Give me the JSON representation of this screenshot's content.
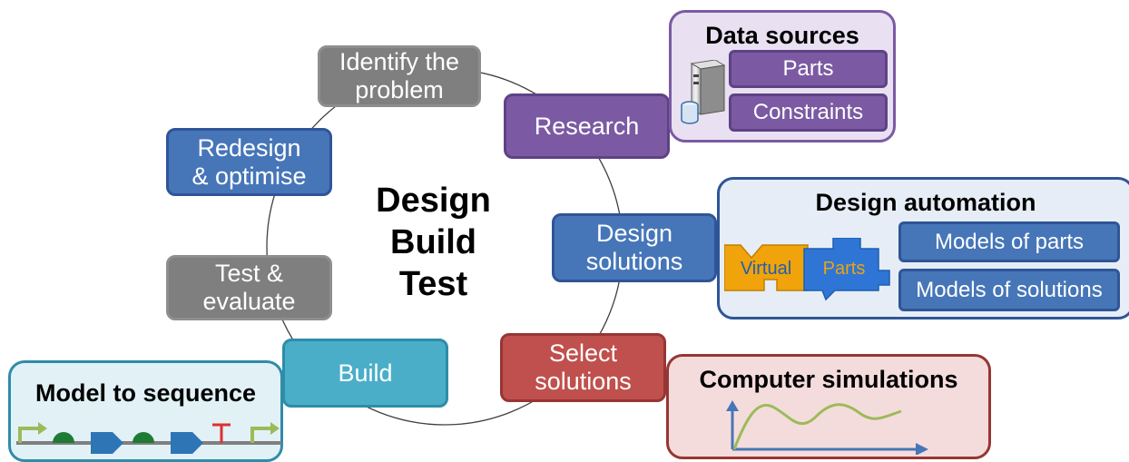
{
  "center_title": "Design\nBuild\nTest",
  "cycle_steps": {
    "identify": "Identify the\nproblem",
    "research": "Research",
    "design_solutions": "Design\nsolutions",
    "select_solutions": "Select\nsolutions",
    "build": "Build",
    "test": "Test &\nevaluate",
    "redesign": "Redesign\n& optimise"
  },
  "data_sources": {
    "title": "Data sources",
    "items": [
      "Parts",
      "Constraints"
    ]
  },
  "design_automation": {
    "title": "Design automation",
    "logo_text": [
      "Virtual",
      "Parts"
    ],
    "items": [
      "Models of parts",
      "Models of solutions"
    ]
  },
  "computer_simulations": {
    "title": "Computer simulations"
  },
  "model_to_sequence": {
    "title": "Model to sequence"
  },
  "colors": {
    "gray": "#7f7f7f",
    "blue": "#4676b8",
    "purple": "#7b5aa3",
    "teal": "#4aaec8",
    "red": "#c0504d",
    "green": "#9bbb59"
  }
}
